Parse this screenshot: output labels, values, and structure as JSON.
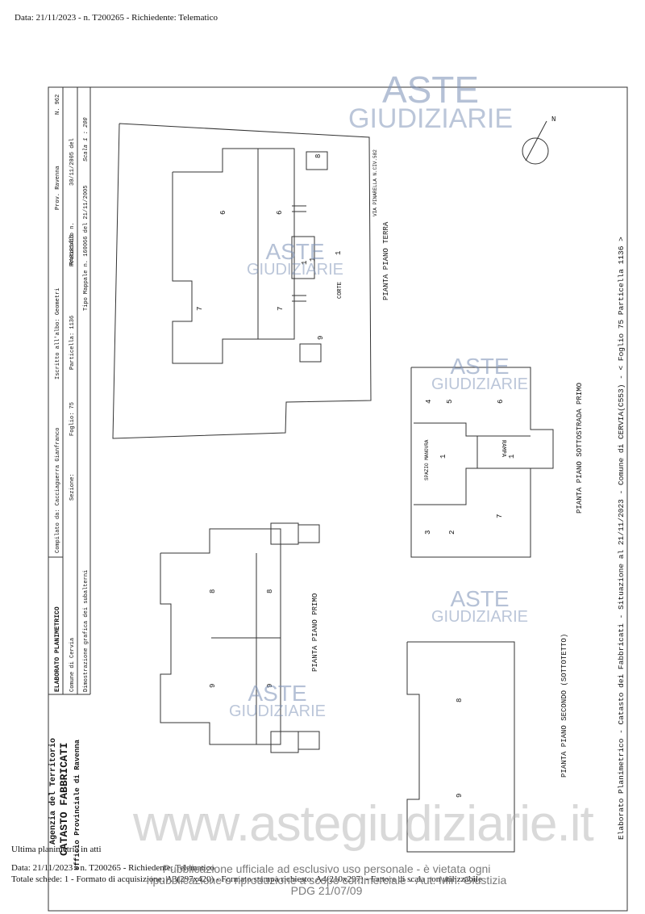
{
  "header": {
    "request_line": "Data: 21/11/2023 - n. T200265 - Richiedente: Telematico"
  },
  "footer": {
    "last_plan": "Ultima planimetria in atti",
    "request_line": "Data: 21/11/2023 - n. T200265 - Richiedente: Telematico",
    "schede_line": "Totale schede: 1 - Formato di acquisizione: A3(297x420) - Formato stampa richiesto: A4(210x297) - Fattore di scala non utilizzabile"
  },
  "disclaimer": {
    "line1": "Pubblicazione ufficiale ad esclusivo uso personale - è vietata ogni",
    "line2": "ripubblicazione o riproduzione a scopo commerciale - Aut. Min. Giustizia PDG 21/07/09"
  },
  "watermark": {
    "brand1": "ASTE",
    "brand2": "GIUDIZIARIE",
    "site": "www.astegiudiziarie.it"
  },
  "cartiglio": {
    "title": "ELABORATO PLANIMETRICO",
    "compilato": "Compilato da: Cacciaguerra Gianfranco",
    "iscritto": "Iscritto all'albo: Geometri",
    "provincia": "Prov. Ravenna",
    "numero": "N.   962",
    "comune": "Comune di Cervia",
    "sezione": "Sezione:",
    "foglio": "Foglio: 75",
    "particella": "Particella: 1136",
    "protocollo": "Protocollo n.",
    "protocollo_data": "30/11/2005  del",
    "protocollo_overlay": "RA0185415",
    "dimostrazione": "Dimostrazione grafica dei subalterni",
    "tipo_mappale": "Tipo Mappale n. 160066  del 21/11/2005",
    "scala": "Scala 1 : 200"
  },
  "agency": {
    "line1": "Agenzia del Territorio",
    "line2": "CATASTO FABBRICATI",
    "line3": "Ufficio Provinciale di  Ravenna"
  },
  "side_note": "Elaborato Planimetrico - Catasto dei Fabbricati - Situazione al 21/11/2023 - Comune di CERVIA(C553) - < Foglio 75 Particella 1136 >",
  "north": "N",
  "plans": {
    "terra": {
      "title": "PIANTA PIANO TERRA",
      "street": "VIA PINARELLA N.CIV.582",
      "corte": "CORTE",
      "labels": [
        "8",
        "6",
        "6",
        "1",
        "1",
        "1",
        "7",
        "7",
        "9"
      ]
    },
    "sottostrada": {
      "title": "PIANTA PIANO SOTTOSTRADA PRIMO",
      "spazio": "SPAZIO MANOVRA",
      "rampa": "RAMPA",
      "labels": [
        "4",
        "5",
        "6",
        "1",
        "1",
        "3",
        "2",
        "7"
      ]
    },
    "primo": {
      "title": "PIANTA PIANO PRIMO",
      "labels": [
        "8",
        "8",
        "9",
        "9"
      ]
    },
    "secondo": {
      "title": "PIANTA PIANO SECONDO (SOTTOTETTO)",
      "labels": [
        "8",
        "9"
      ]
    }
  }
}
